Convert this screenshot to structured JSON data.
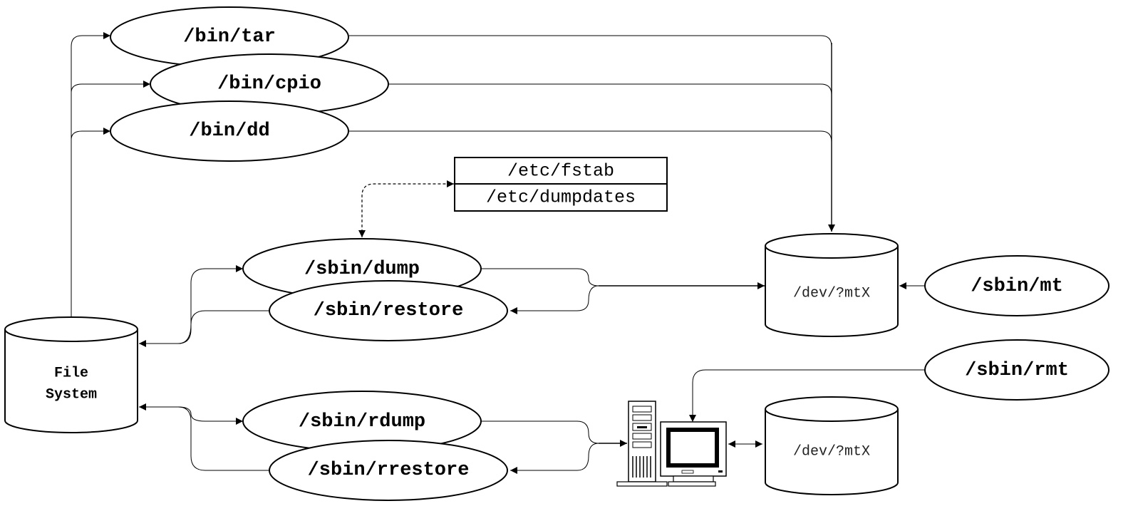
{
  "programs": {
    "tar": "/bin/tar",
    "cpio": "/bin/cpio",
    "dd": "/bin/dd",
    "dump": "/sbin/dump",
    "restore": "/sbin/restore",
    "rdump": "/sbin/rdump",
    "rrestore": "/sbin/rrestore",
    "mt": "/sbin/mt",
    "rmt": "/sbin/rmt"
  },
  "filesystem": {
    "line1": "File",
    "line2": "System"
  },
  "config_files": {
    "fstab": "/etc/fstab",
    "dumpdates": "/etc/dumpdates"
  },
  "devices": {
    "local_tape": "/dev/?mtX",
    "remote_tape": "/dev/?mtX"
  },
  "icons": {
    "remote_host": "computer-icon"
  }
}
